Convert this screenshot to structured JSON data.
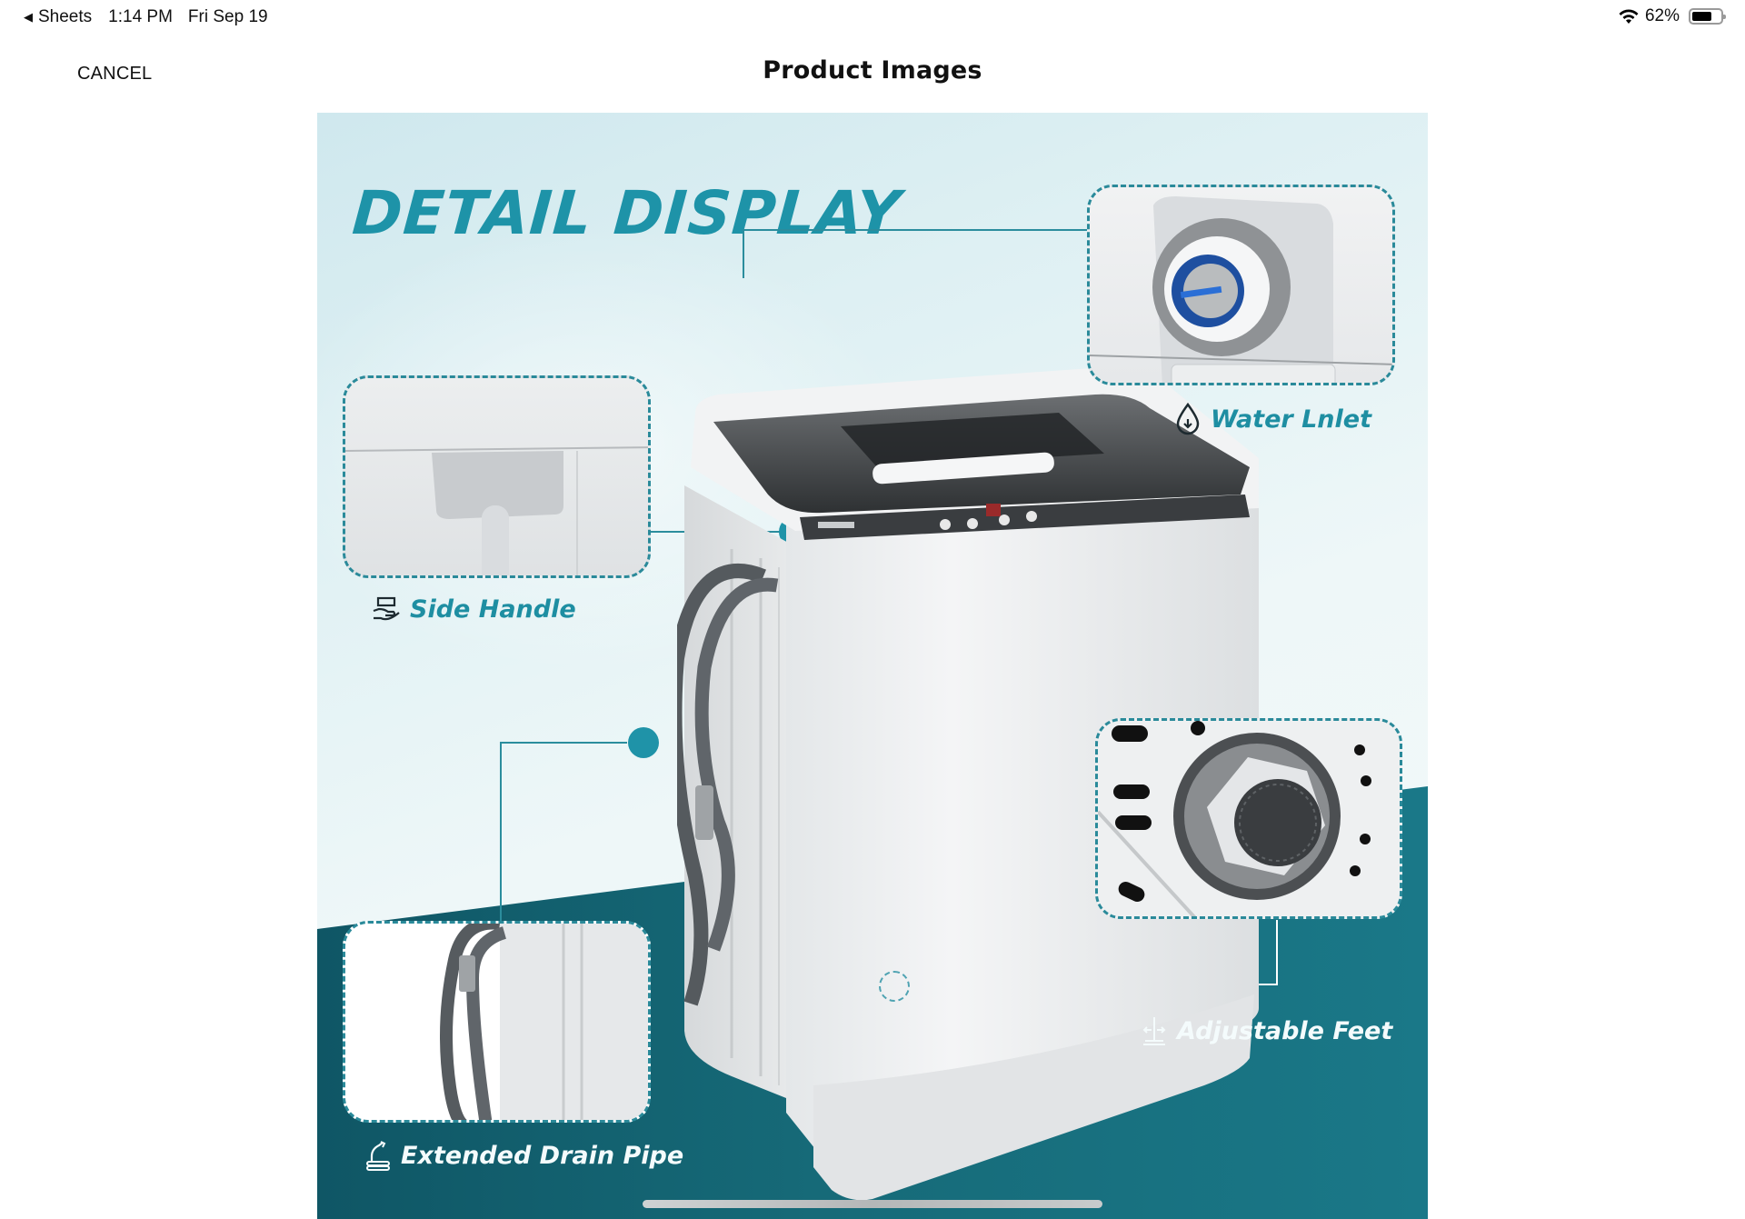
{
  "status_bar": {
    "back_app": "Sheets",
    "time": "1:14 PM",
    "date": "Fri Sep 19",
    "battery_percent": "62%",
    "battery_level": 0.62
  },
  "nav": {
    "cancel_label": "CANCEL",
    "title": "Product Images"
  },
  "product_image": {
    "headline": "DETAIL DISPLAY",
    "callouts": [
      {
        "label": "Water Lnlet",
        "icon": "water-drop-icon"
      },
      {
        "label": "Side Handle",
        "icon": "hand-holding-icon"
      },
      {
        "label": "Adjustable Feet",
        "icon": "adjustable-foot-icon"
      },
      {
        "label": "Extended Drain Pipe",
        "icon": "drain-pipe-icon"
      }
    ],
    "colors": {
      "accent_teal": "#1e93a8",
      "floor_teal": "#166a78",
      "sky": "#def0f3"
    }
  }
}
